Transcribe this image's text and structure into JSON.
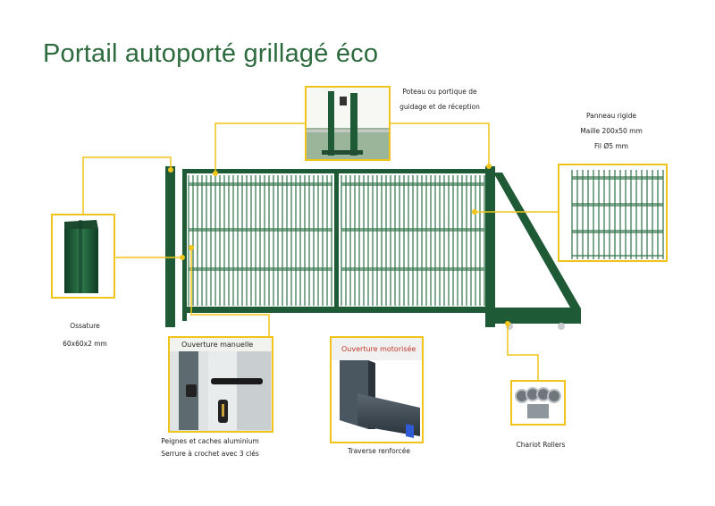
{
  "title": "Portail autoporté grillagé éco",
  "labels": {
    "poteau_line1": "Poteau ou portique de",
    "poteau_line2": "guidage et de réception",
    "panneau_line1": "Panneau rigide",
    "panneau_line2": "Maille 200x50 mm",
    "panneau_line3": "Fil Ø5 mm",
    "ossature_line1": "Ossature",
    "ossature_line2": "60x60x2 mm",
    "ouverture_manuelle": "Ouverture manuelle",
    "peignes_line1": "Peignes et caches aluminium",
    "peignes_line2": "Serrure à crochet avec 3 clés",
    "ouverture_motorisee": "Ouverture motorisée",
    "traverse": "Traverse renforcée",
    "chariot": "Chariot Rollers"
  },
  "colors": {
    "title": "#2d6b3e",
    "gate_green": "#1f5a36",
    "callout_yellow": "#f0c419",
    "motorisee_red": "#c0392b"
  }
}
